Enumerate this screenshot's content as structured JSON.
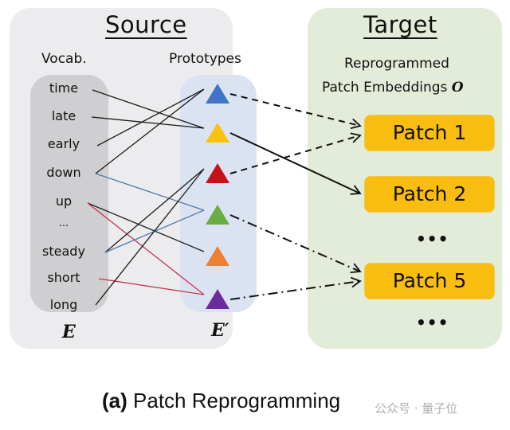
{
  "source": {
    "title": "Source",
    "vocab_heading": "Vocab.",
    "prototypes_heading": "Prototypes",
    "vocab": [
      "time",
      "late",
      "early",
      "down",
      "up",
      "...",
      "steady",
      "short",
      "long"
    ],
    "vocab_symbol": "E",
    "prototypes_symbol": "E′",
    "prototypes": [
      {
        "name": "blue",
        "color": "#3f74c9"
      },
      {
        "name": "yellow",
        "color": "#f8c20f"
      },
      {
        "name": "red",
        "color": "#c8121a"
      },
      {
        "name": "green",
        "color": "#6aad45"
      },
      {
        "name": "orange",
        "color": "#ee8031"
      },
      {
        "name": "purple",
        "color": "#6c2b9c"
      }
    ],
    "links": [
      {
        "word": "time",
        "proto": 1,
        "color": "#1a1a1a"
      },
      {
        "word": "late",
        "proto": 1,
        "color": "#1a1a1a"
      },
      {
        "word": "early",
        "proto": 0,
        "color": "#1a1a1a"
      },
      {
        "word": "down",
        "proto": 0,
        "color": "#1a1a1a"
      },
      {
        "word": "down",
        "proto": 3,
        "color": "#4f78a8"
      },
      {
        "word": "up",
        "proto": 4,
        "color": "#1a1a1a"
      },
      {
        "word": "up",
        "proto": 5,
        "color": "#c4334a"
      },
      {
        "word": "steady",
        "proto": 2,
        "color": "#1a1a1a"
      },
      {
        "word": "steady",
        "proto": 3,
        "color": "#4f78a8"
      },
      {
        "word": "short",
        "proto": 5,
        "color": "#c4334a"
      },
      {
        "word": "long",
        "proto": 2,
        "color": "#1a1a1a"
      }
    ]
  },
  "target": {
    "title": "Target",
    "subtitle_line1": "Reprogrammed",
    "subtitle_line2": "Patch Embeddings",
    "subtitle_symbol": "O",
    "patches": [
      "Patch 1",
      "Patch 2",
      "Patch 5"
    ],
    "ellipsis": "•••",
    "arrows": [
      {
        "from_proto": 0,
        "to_patch": 0,
        "style": "dashed"
      },
      {
        "from_proto": 2,
        "to_patch": 0,
        "style": "dashed"
      },
      {
        "from_proto": 1,
        "to_patch": 1,
        "style": "solid"
      },
      {
        "from_proto": 3,
        "to_patch": 2,
        "style": "dashdot"
      },
      {
        "from_proto": 5,
        "to_patch": 2,
        "style": "dashdot"
      }
    ]
  },
  "caption": {
    "prefix": "(a)",
    "text": "Patch Reprogramming"
  },
  "watermark": "公众号 · 量子位"
}
